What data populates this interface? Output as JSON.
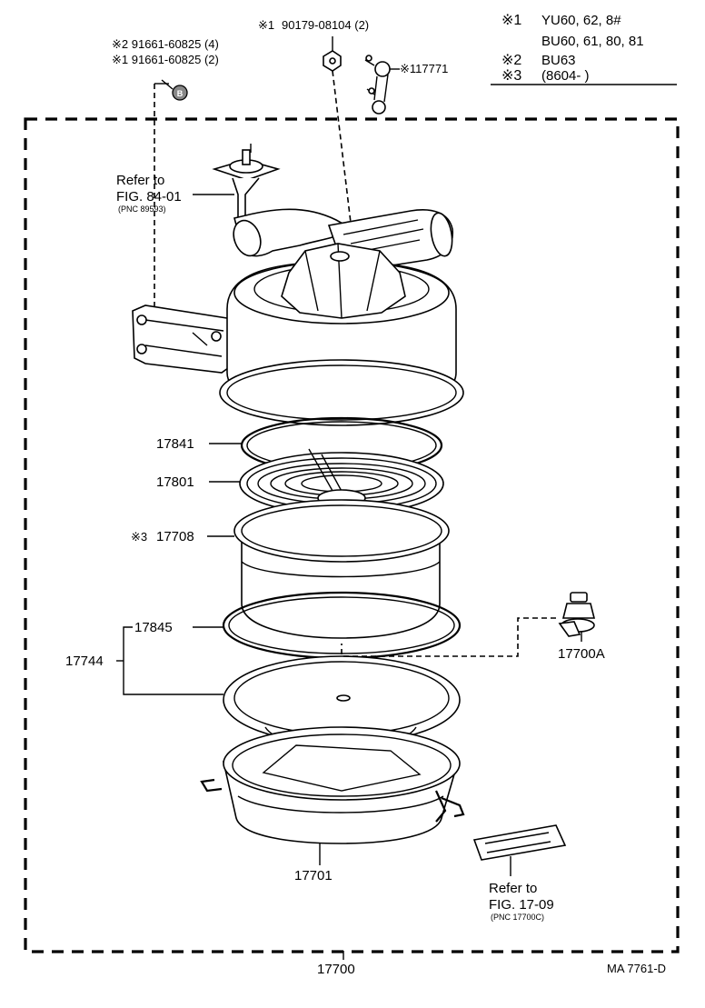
{
  "legend": {
    "rows": [
      {
        "mark": "※1",
        "text": "YU60, 62, 8#"
      },
      {
        "mark": "",
        "text": "BU60, 61, 80, 81"
      },
      {
        "mark": "※2",
        "text": "BU63"
      },
      {
        "mark": "※3",
        "text": "(8604-        )"
      }
    ]
  },
  "callouts": {
    "bolt_mark": "※1",
    "bolt_part": "90179-08104 (2)",
    "nut_line1": "※2 91661-60825 (4)",
    "nut_line2": "※1 91661-60825 (2)",
    "nut_badge": "B",
    "strap_part": "※117771",
    "refer_top_1": "Refer to",
    "refer_top_2": "FIG. 84-01",
    "refer_top_pnc": "(PNC 89593)",
    "p17841": "17841",
    "p17801": "17801",
    "p17708_mark": "※3",
    "p17708": "17708",
    "p17845": "17845",
    "p17744": "17744",
    "p17700A": "17700A",
    "p17701": "17701",
    "refer_bot_1": "Refer to",
    "refer_bot_2": "FIG. 17-09",
    "refer_bot_pnc": "(PNC 17700C)",
    "assembly": "17700",
    "drawing_code": "MA 7761-D"
  }
}
